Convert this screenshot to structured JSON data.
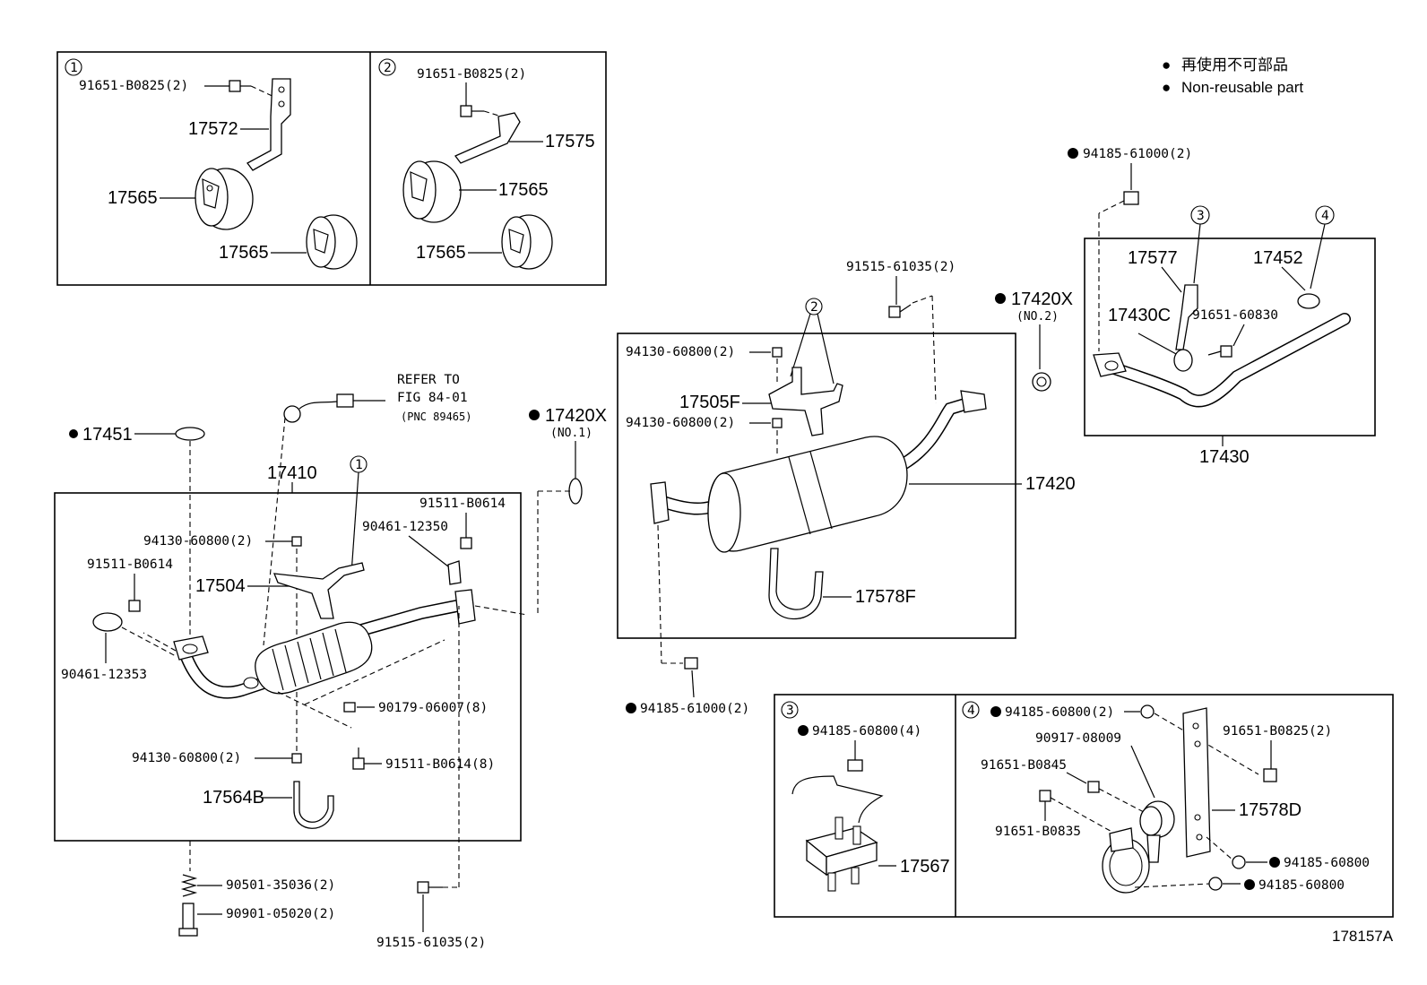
{
  "legend": {
    "symbol": "●",
    "line_jp": "再使用不可部品",
    "line_en": "Non-reusable part"
  },
  "figure_id": "178157A",
  "callouts": {
    "c1": "1",
    "c2": "2",
    "c3": "3",
    "c4": "4"
  },
  "inset1": {
    "bolt": "91651-B0825(2)",
    "bracket": "17572",
    "mount_a": "17565",
    "mount_b": "17565"
  },
  "inset2": {
    "bolt": "91651-B0825(2)",
    "bracket": "17575",
    "mount_a": "17565",
    "mount_b": "17565"
  },
  "front_pipe": {
    "assembly": "17410",
    "gasket_17451": "17451",
    "sensor_ref_line1": "REFER TO",
    "sensor_ref_line2": "FIG 84-01",
    "sensor_ref_line3": "(PNC 89465)",
    "nut_top": "94130-60800(2)",
    "bolt_left": "91511-B0614",
    "bolt_right": "91511-B0614",
    "clamp_right": "90461-12350",
    "bracket": "17504",
    "clamp_left": "90461-12353",
    "nut_8": "90179-06007(8)",
    "nut_bottom": "94130-60800(2)",
    "bolt_8": "91511-B0614(8)",
    "u_bolt": "17564B",
    "spring": "90501-35036(2)",
    "stud_bolt": "90901-05020(2)",
    "bolt_bottom": "91515-61035(2)"
  },
  "gasket_no1": {
    "part": "17420X",
    "sub": "(NO.1)"
  },
  "gasket_no2": {
    "part": "17420X",
    "sub": "(NO.2)"
  },
  "muffler": {
    "assembly": "17420",
    "bolt_top": "91515-61035(2)",
    "nut_a": "94130-60800(2)",
    "bracket": "17505F",
    "nut_b": "94130-60800(2)",
    "u_bolt": "17578F",
    "nut_bottom": "94185-61000(2)"
  },
  "tail_pipe": {
    "assembly": "17430",
    "nut_top": "94185-61000(2)",
    "hanger": "17577",
    "clamp": "17452",
    "sub": "17430C",
    "bolt": "91651-60830"
  },
  "inset3": {
    "nut": "94185-60800(4)",
    "mount": "17567"
  },
  "inset4": {
    "nut_top": "94185-60800(2)",
    "cushion": "90917-08009",
    "bolt_b0845": "91651-B0845",
    "bolt_b0835": "91651-B0835",
    "bolt_b0825": "91651-B0825(2)",
    "bracket": "17578D",
    "nut_a": "94185-60800",
    "nut_b": "94185-60800"
  }
}
